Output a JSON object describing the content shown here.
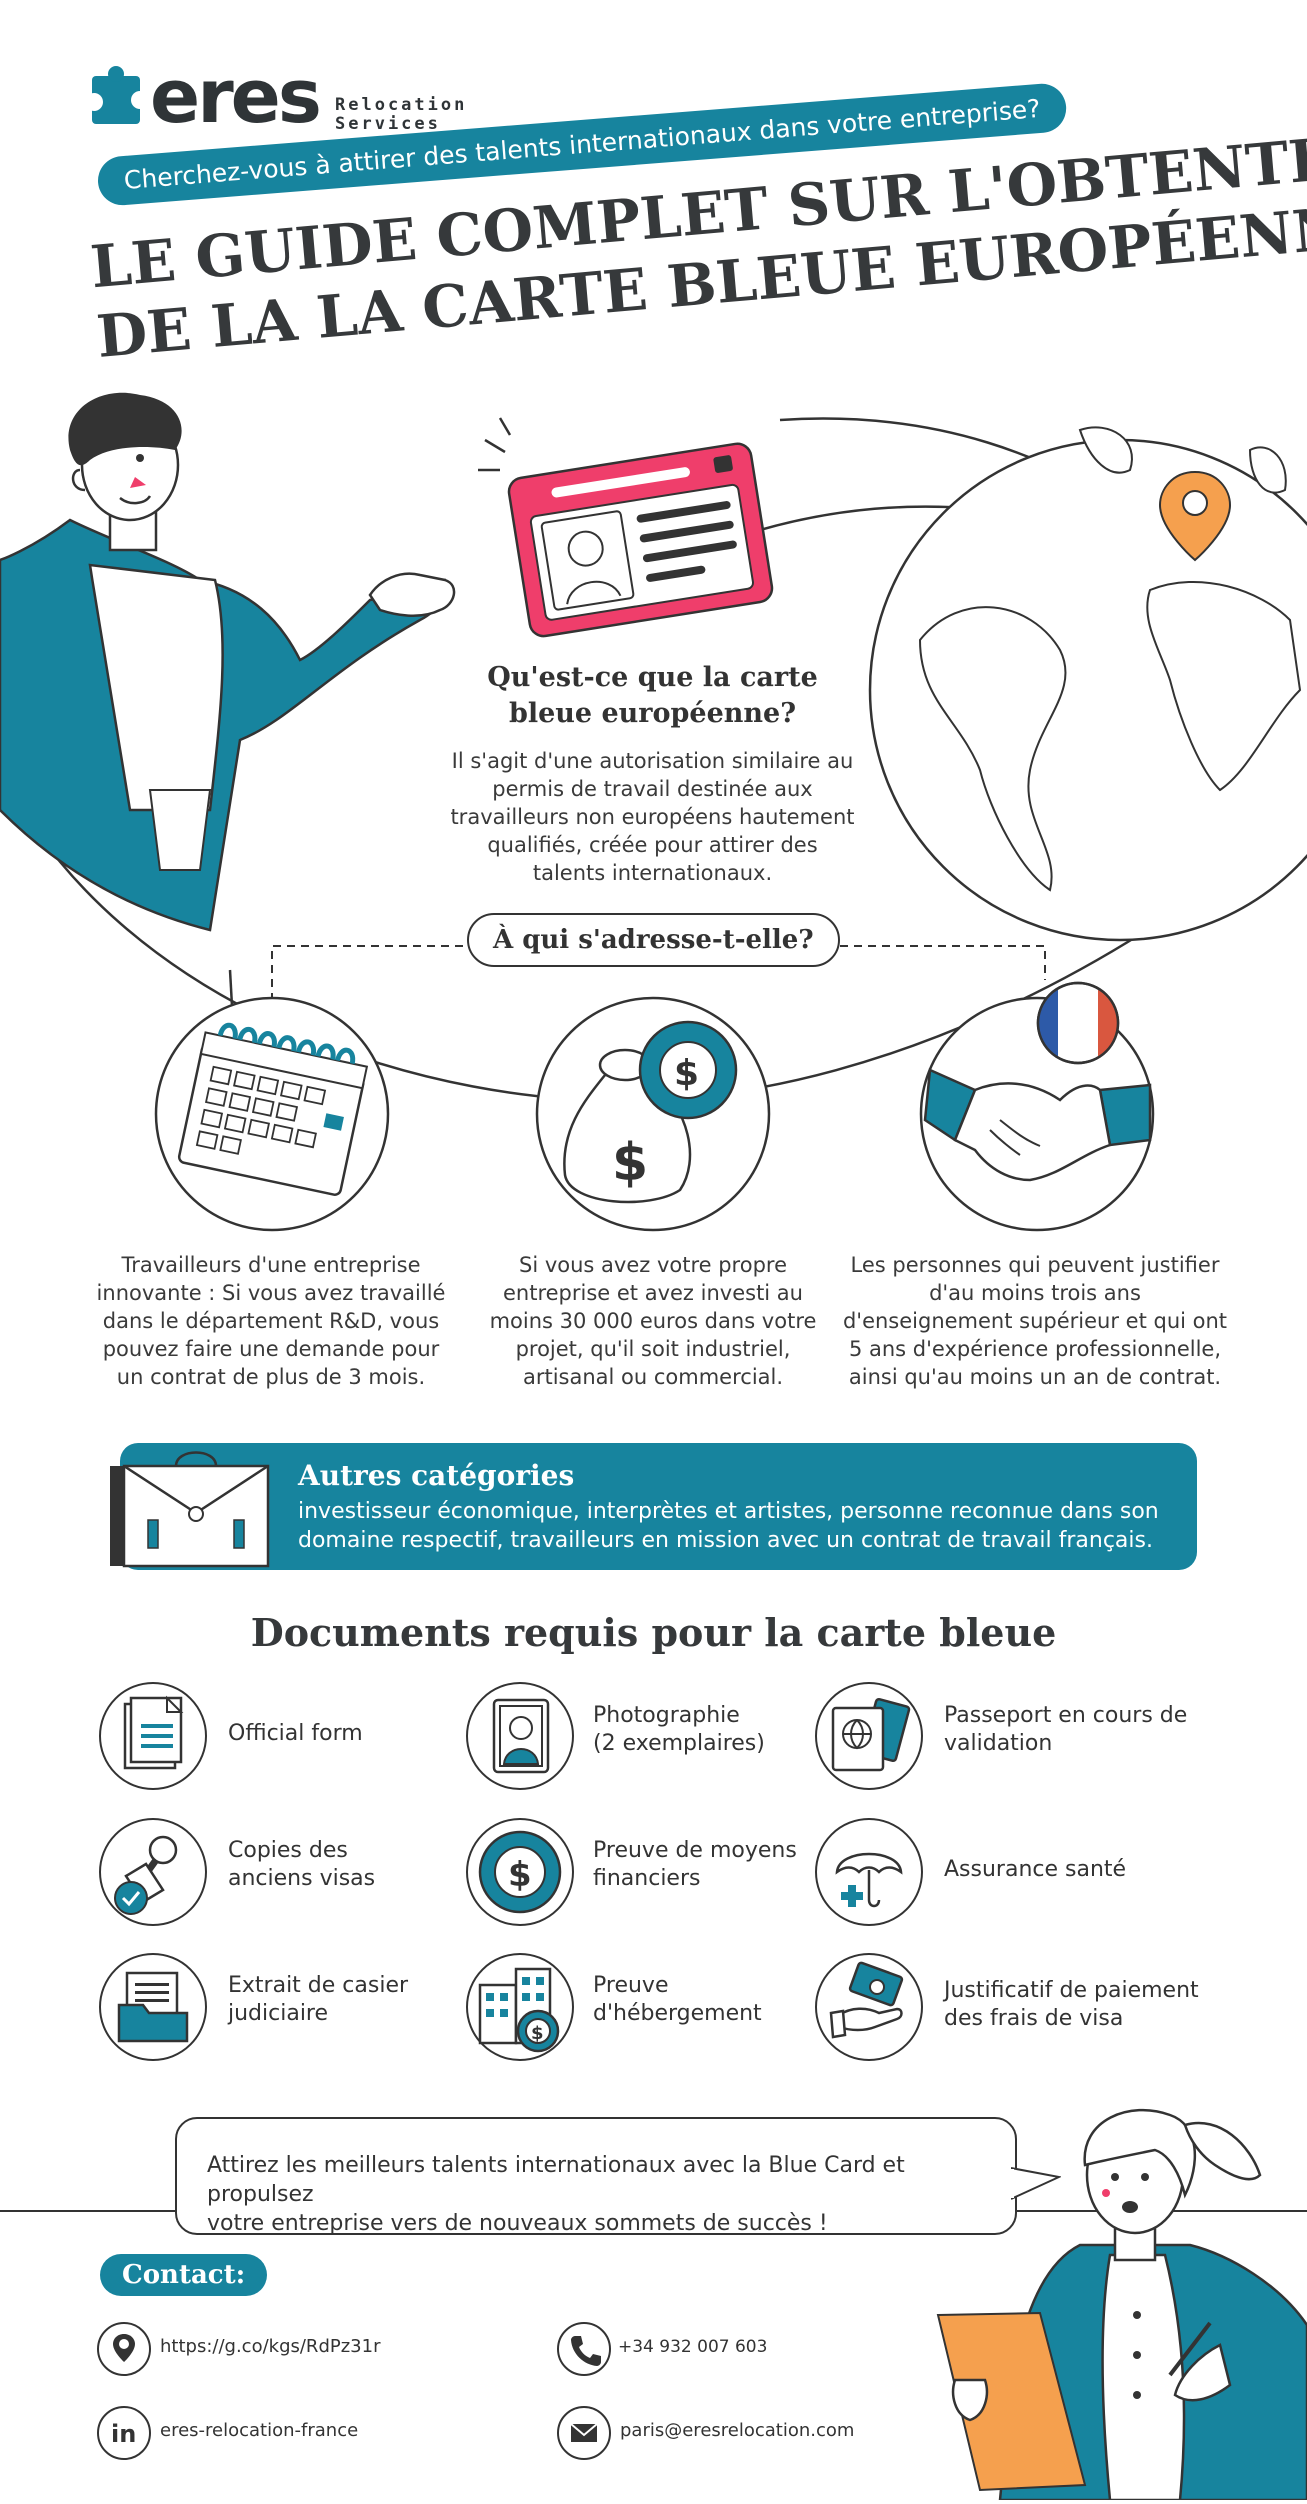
{
  "header": {
    "logo_word": "eres",
    "logo_sub_1": "Relocation",
    "logo_sub_2": "Services",
    "banner": "Cherchez-vous à attirer des talents internationaux dans votre entreprise?",
    "title_line_1": "LE GUIDE COMPLET SUR L'OBTENTION",
    "title_line_2": "DE LA LA CARTE BLEUE EUROPÉENNE"
  },
  "what_is": {
    "title_line_1": "Qu'est-ce que la carte",
    "title_line_2": "bleue européenne?",
    "body_lines": [
      "Il s'agit d'une autorisation similaire au",
      "permis de travail destinée aux",
      "travailleurs non européens hautement",
      "qualifiés, créée pour attirer des",
      "talents internationaux."
    ]
  },
  "who": {
    "title": "À qui s'adresse-t-elle?",
    "categories": [
      {
        "icon": "calendar-icon",
        "lines": [
          "Travailleurs d'une entreprise",
          "innovante : Si vous avez travaillé",
          "dans le département R&D, vous",
          "pouvez faire une demande pour",
          "un contrat de plus de 3 mois."
        ]
      },
      {
        "icon": "money-bag-icon",
        "lines": [
          "Si vous avez votre propre",
          "entreprise et avez investi au",
          "moins 30 000 euros dans votre",
          "projet, qu'il soit industriel,",
          "artisanal ou commercial."
        ]
      },
      {
        "icon": "handshake-icon",
        "lines": [
          "Les personnes qui peuvent justifier",
          "d'au moins trois ans",
          "d'enseignement supérieur et qui ont",
          "5 ans d'expérience professionnelle,",
          "ainsi qu'au moins un an de contrat."
        ]
      }
    ]
  },
  "other": {
    "title": "Autres catégories",
    "line_1": "investisseur économique, interprètes et artistes, personne reconnue dans son",
    "line_2": "domaine respectif, travailleurs en mission avec un contrat de travail français."
  },
  "documents": {
    "title": "Documents requis pour la carte bleue",
    "items": [
      {
        "icon": "form-icon",
        "lines": [
          "Official form"
        ]
      },
      {
        "icon": "photo-icon",
        "lines": [
          "Photographie",
          "(2 exemplaires)"
        ]
      },
      {
        "icon": "passport-icon",
        "lines": [
          "Passeport en cours de",
          "validation"
        ]
      },
      {
        "icon": "stamp-icon",
        "lines": [
          "Copies des",
          "anciens visas"
        ]
      },
      {
        "icon": "coin-icon",
        "lines": [
          "Preuve de moyens",
          "financiers"
        ]
      },
      {
        "icon": "umbrella-icon",
        "lines": [
          "Assurance santé"
        ]
      },
      {
        "icon": "folder-icon",
        "lines": [
          "Extrait de casier",
          "judiciaire"
        ]
      },
      {
        "icon": "building-icon",
        "lines": [
          "Preuve",
          "d'hébergement"
        ]
      },
      {
        "icon": "payment-icon",
        "lines": [
          "Justificatif de paiement",
          "des frais de visa"
        ]
      }
    ]
  },
  "bubble": {
    "line_1": "Attirez les meilleurs talents internationaux avec la Blue Card et propulsez",
    "line_2": "votre entreprise vers de nouveaux sommets de succès !"
  },
  "contact": {
    "title": "Contact:",
    "map_url": "https://g.co/kgs/RdPz31r",
    "phone": "+34 932 007 603",
    "linkedin": "eres-relocation-france",
    "email": "paris@eresrelocation.com"
  },
  "colors": {
    "teal": "#17849e",
    "pink": "#ef3e6b",
    "orange": "#f5a04e",
    "dark": "#333333"
  }
}
